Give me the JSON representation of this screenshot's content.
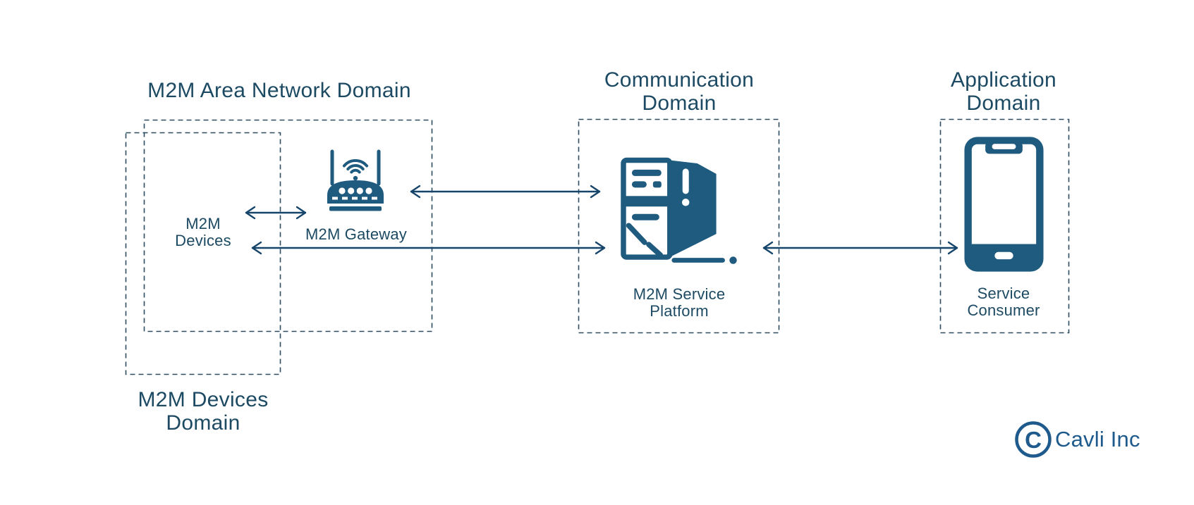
{
  "colors": {
    "text": "#1d4a63",
    "icon": "#1f5a7f",
    "arrow": "#16456b",
    "dashed_border": "#2e4c60",
    "logo": "#1e5a8c",
    "background": "#ffffff"
  },
  "domains": {
    "area_network": {
      "title": "M2M Area Network Domain"
    },
    "devices": {
      "title_line1": "M2M Devices",
      "title_line2": "Domain"
    },
    "communication": {
      "title_line1": "Communication",
      "title_line2": "Domain"
    },
    "application": {
      "title_line1": "Application",
      "title_line2": "Domain"
    }
  },
  "nodes": {
    "devices": {
      "label_line1": "M2M",
      "label_line2": "Devices"
    },
    "gateway": {
      "label": "M2M Gateway",
      "icon": "wifi-router-icon"
    },
    "platform": {
      "label_line1": "M2M Service",
      "label_line2": "Platform",
      "icon": "server-tower-icon"
    },
    "consumer": {
      "label_line1": "Service",
      "label_line2": "Consumer",
      "icon": "smartphone-icon"
    }
  },
  "connections": [
    {
      "from": "m2m-devices",
      "to": "m2m-gateway",
      "style": "double-headed-arrow"
    },
    {
      "from": "m2m-gateway",
      "to": "m2m-service-platform",
      "style": "double-headed-arrow"
    },
    {
      "from": "m2m-devices",
      "to": "m2m-service-platform",
      "style": "double-headed-arrow"
    },
    {
      "from": "m2m-service-platform",
      "to": "service-consumer",
      "style": "double-headed-arrow"
    }
  ],
  "logo": {
    "monogram": "C",
    "company": "Cavli Inc"
  }
}
